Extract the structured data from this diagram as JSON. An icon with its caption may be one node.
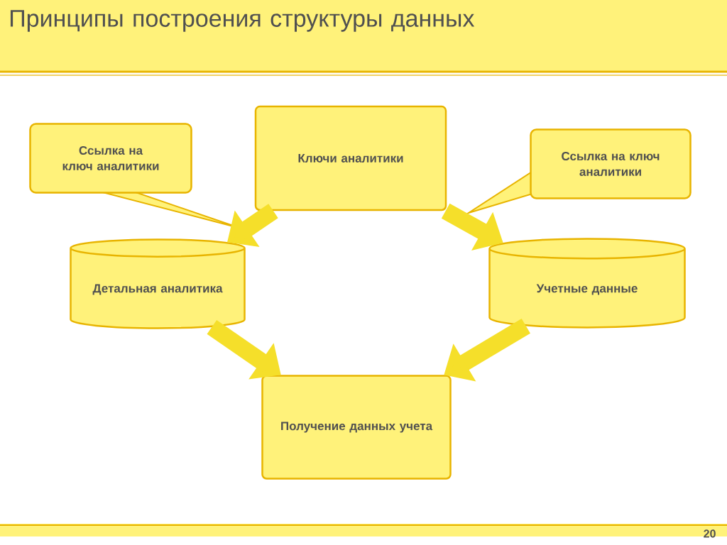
{
  "diagram": {
    "title": "Принципы построения структуры данных",
    "nodes": [
      {
        "text": [
          "Ключи аналитики"
        ]
      },
      {
        "text": [
          "Ссылка на ключ аналитики"
        ]
      },
      {
        "text": [
          "Ссылка на ключ аналитики"
        ]
      },
      {
        "text": [
          "Детальная аналитика"
        ]
      },
      {
        "text": [
          "Учетные данные"
        ]
      },
      {
        "text": [
          "Получение данных учета"
        ]
      }
    ],
    "edges": [
      {
        "from": 0,
        "to": 3,
        "arrow": "to"
      },
      {
        "from": 0,
        "to": 4,
        "arrow": "to"
      },
      {
        "from": 3,
        "to": 5,
        "arrow": "to"
      },
      {
        "from": 4,
        "to": 5,
        "arrow": "to"
      }
    ],
    "labels": [
      "20"
    ]
  }
}
